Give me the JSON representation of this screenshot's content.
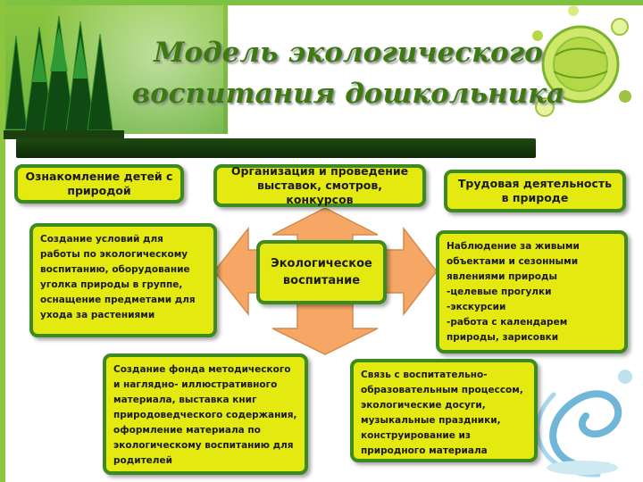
{
  "title": {
    "line1": "Модель экологического",
    "line2": "воспитания дошкольника"
  },
  "header_boxes": {
    "left": "Ознакомление детей с природой",
    "middle": "Организация и проведение выставок, смотров, конкурсов",
    "right": "Трудовая деятельность в природе"
  },
  "center": "Экологическое воспитание",
  "left_box": "Создание условий для работы по экологическому воспитанию, оборудование уголка природы в группе, оснащение предметами для ухода за растениями",
  "right_box": {
    "lines": [
      "Наблюдение за живыми объектами и сезонными явлениями природы",
      "-целевые прогулки",
      "-экскурсии",
      "-работа с календарем природы, зарисовки"
    ]
  },
  "bottom_left": "Создание фонда методического и наглядно- иллюстративного материала, выставка книг природоведческого содержания, оформление  материала по экологическому воспитанию для родителей",
  "bottom_right": "Связь с воспитательно-образовательным процессом, экологические досуги, музыкальные праздники, конструирование из природного материала",
  "colors": {
    "box_fill": "#e4ea10",
    "box_border": "#3e8a22",
    "arrow_fill": "#f6a766",
    "title": "#3d7a12"
  },
  "decor": {
    "trees": "pine-trees-icon",
    "globe": "eco-globe-icon",
    "swirl": "water-swirl-icon"
  }
}
